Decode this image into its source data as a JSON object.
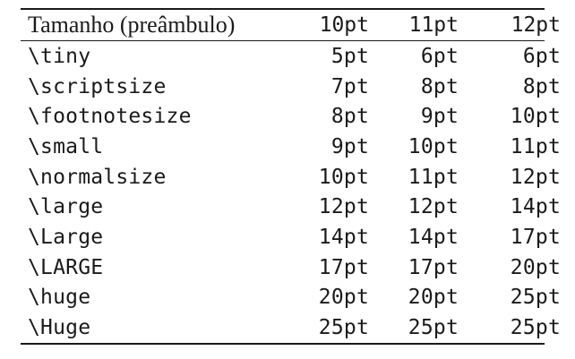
{
  "table": {
    "headers": [
      "Tamanho (preâmbulo)",
      "10pt",
      "11pt",
      "12pt"
    ],
    "rows": [
      [
        "\\tiny",
        "5pt",
        "6pt",
        "6pt"
      ],
      [
        "\\scriptsize",
        "7pt",
        "8pt",
        "8pt"
      ],
      [
        "\\footnotesize",
        "8pt",
        "9pt",
        "10pt"
      ],
      [
        "\\small",
        "9pt",
        "10pt",
        "11pt"
      ],
      [
        "\\normalsize",
        "10pt",
        "11pt",
        "12pt"
      ],
      [
        "\\large",
        "12pt",
        "12pt",
        "14pt"
      ],
      [
        "\\Large",
        "14pt",
        "14pt",
        "17pt"
      ],
      [
        "\\LARGE",
        "17pt",
        "17pt",
        "20pt"
      ],
      [
        "\\huge",
        "20pt",
        "20pt",
        "25pt"
      ],
      [
        "\\Huge",
        "25pt",
        "25pt",
        "25pt"
      ]
    ]
  }
}
